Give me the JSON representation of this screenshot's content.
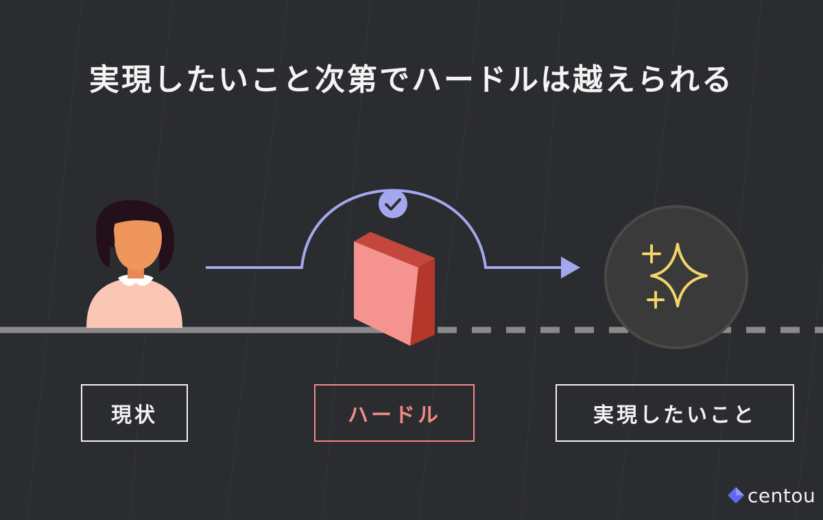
{
  "title": "実現したいこと次第でハードルは越えられる",
  "labels": {
    "current": "現状",
    "hurdle": "ハードル",
    "goal": "実現したいこと"
  },
  "brand": {
    "name": "centou"
  },
  "colors": {
    "background": "#2b2c30",
    "arrow": "#a3a8ee",
    "hurdle_front": "#f59390",
    "hurdle_side": "#b5362b",
    "hurdle_label": "#f08c86",
    "sparkle": "#f3d36b",
    "ground": "#8a8a8a",
    "brand_logo": "#5b6bef"
  },
  "icons": {
    "person": "person-illustration",
    "check": "check-icon",
    "sparkle": "sparkle-icon",
    "logo": "diamond-logo-icon"
  }
}
